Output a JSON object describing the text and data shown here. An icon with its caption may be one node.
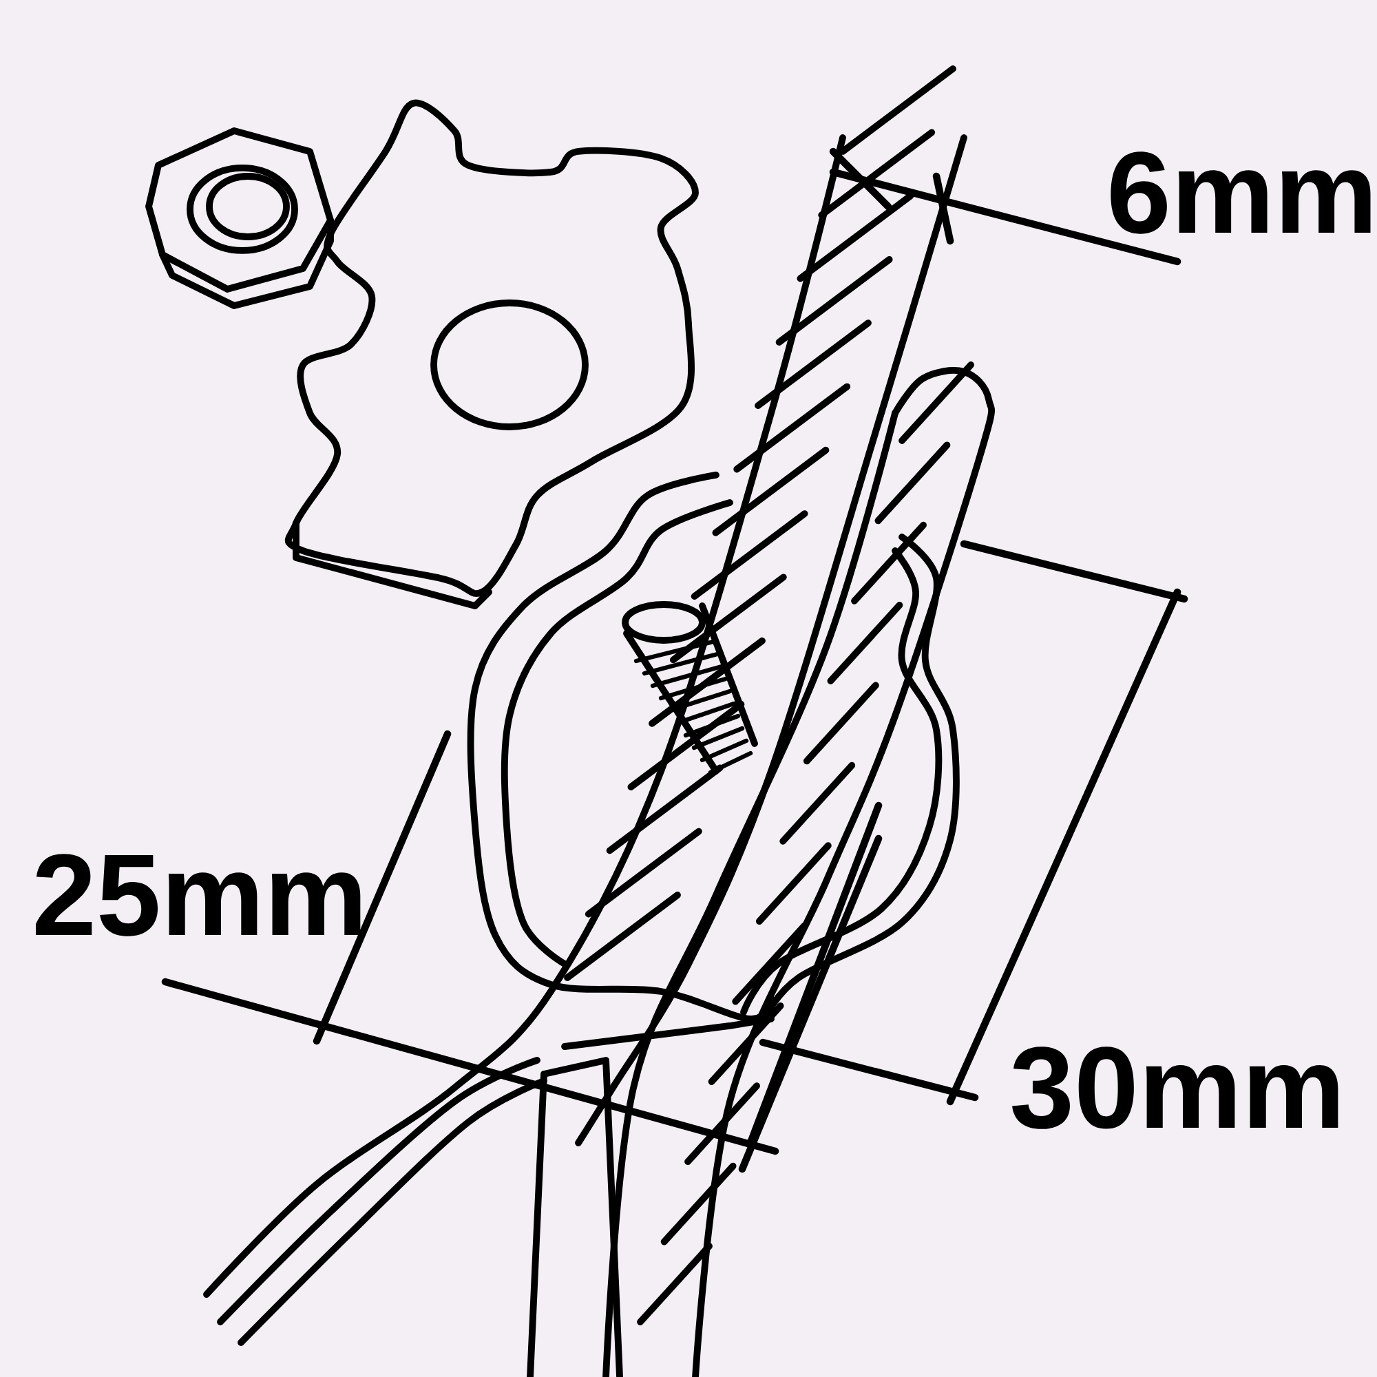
{
  "diagram": {
    "labels": [
      "6mm",
      "25mm",
      "30mm"
    ]
  }
}
